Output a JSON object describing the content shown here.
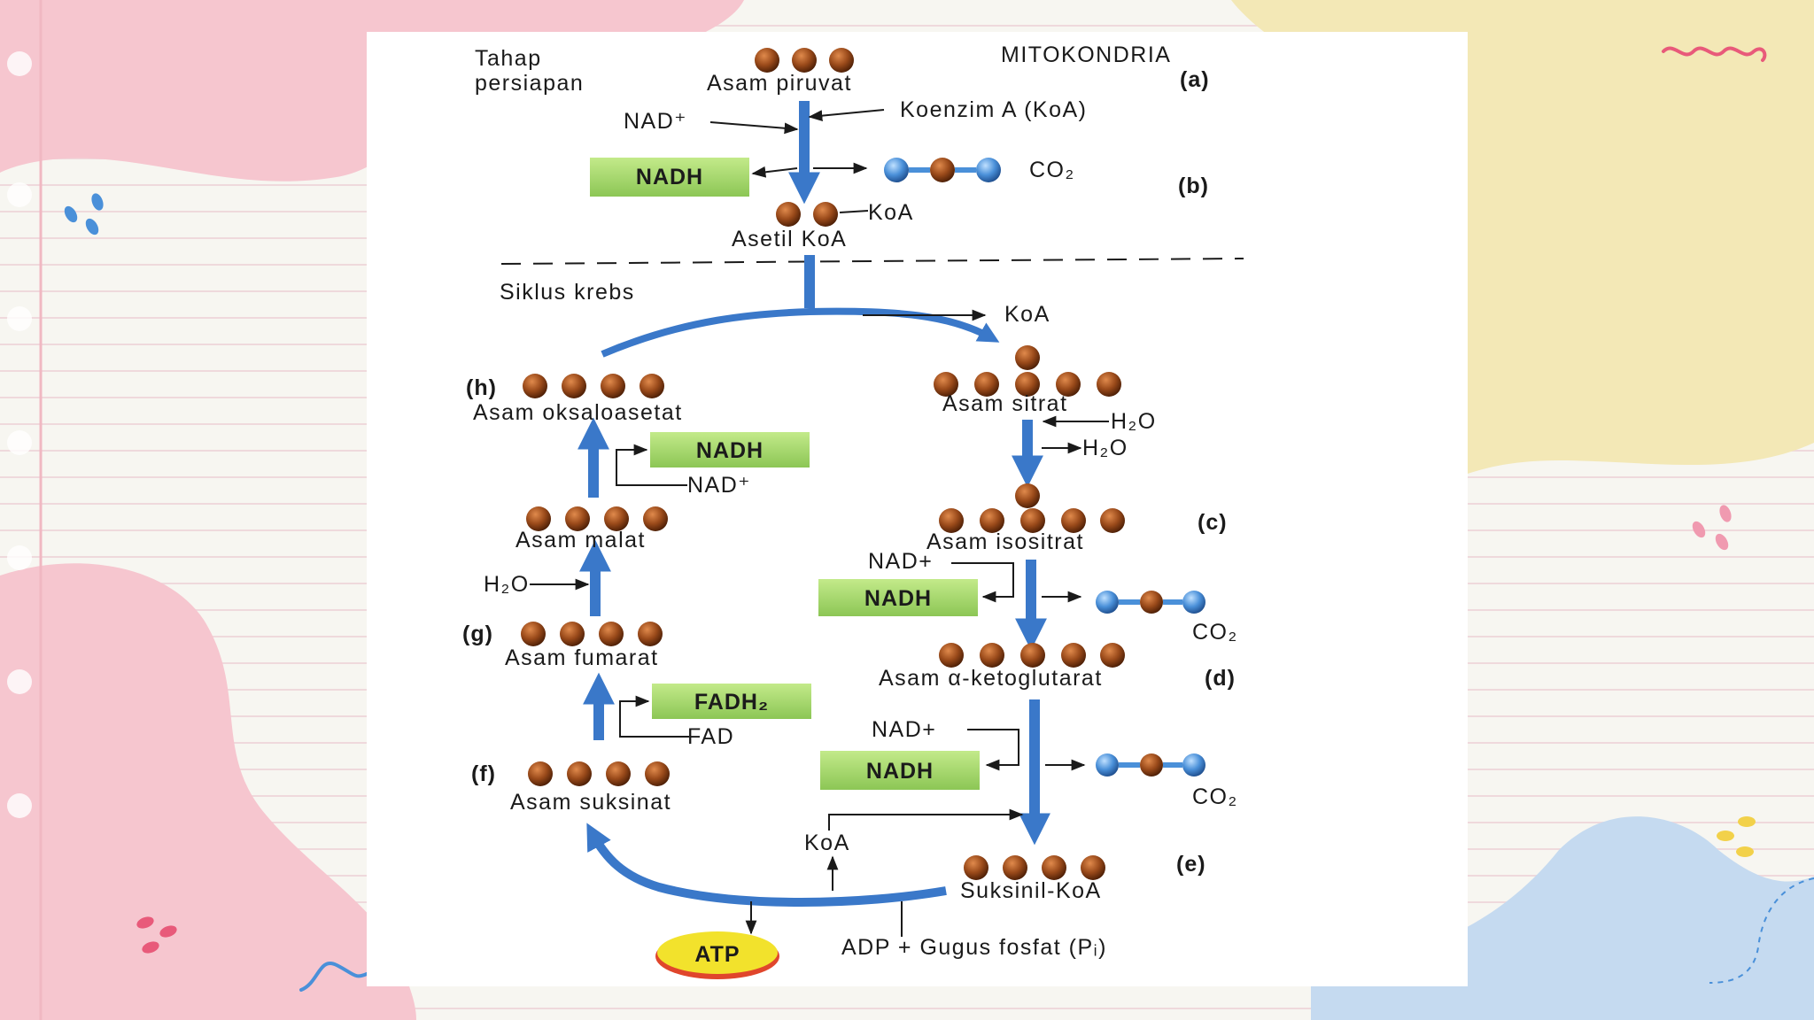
{
  "diagram": {
    "header_left": [
      "Tahap",
      "persiapan"
    ],
    "header_right": "MITOKONDRIA",
    "mark_a": "(a)",
    "mark_b": "(b)",
    "mark_c": "(c)",
    "mark_d": "(d)",
    "mark_e": "(e)",
    "mark_f": "(f)",
    "mark_g": "(g)",
    "mark_h": "(h)",
    "asam_piruvat": "Asam piruvat",
    "koenzim_a": "Koenzim A (KoA)",
    "nad_plus": "NAD⁺",
    "nad_plus_2": "NAD+",
    "nadh": "NADH",
    "co2": "CO₂",
    "koa": "KoA",
    "asetil_koa": "Asetil KoA",
    "siklus_krebs": "Siklus krebs",
    "asam_sitrat": "Asam sitrat",
    "h2o": "H₂O",
    "asam_isositrat": "Asam isositrat",
    "asam_ketoglutarat": "Asam α-ketoglutarat",
    "suksinil_koa": "Suksinil-KoA",
    "asam_suksinat": "Asam suksinat",
    "fadh2": "FADH₂",
    "fad": "FAD",
    "asam_fumarat": "Asam fumarat",
    "asam_malat": "Asam malat",
    "asam_oksaloasetat": "Asam oksaloasetat",
    "atp": "ATP",
    "adp_text": "ADP + Gugus fosfat (Pᵢ)"
  },
  "colors": {
    "arrow_blue": "#3a78c9",
    "nadh_box": "#a8d86c",
    "molecule_brown": "#9a4a1a",
    "co2_blue": "#4a90d9",
    "atp_yellow": "#f2e22c",
    "atp_rim": "#e0462c",
    "bg_pink": "#f6c6cf",
    "bg_yellow": "#f3e8b6",
    "bg_blue": "#c5daf0"
  }
}
